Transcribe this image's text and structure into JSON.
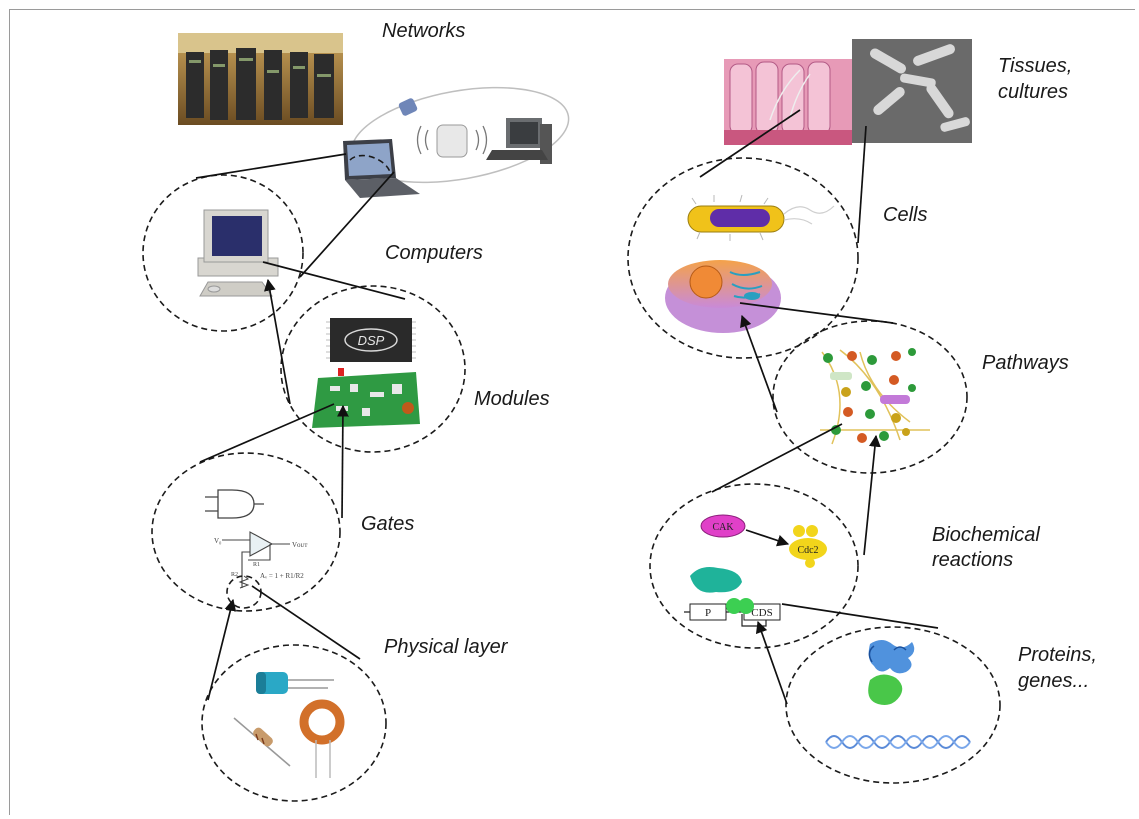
{
  "colors": {
    "outline": "#1b1b1b",
    "frame": "#9a9a9a",
    "pcb_green": "#2f9a43",
    "protein_blue": "#3d86d9",
    "protein_green": "#3fc43f",
    "dna": "#5b8bd8",
    "cak_pink": "#e040c8",
    "cdc2_yellow": "#f2d51b",
    "tissue_pink": "#e79ab7",
    "cell_purple": "#c590d8"
  },
  "left_hierarchy": {
    "networks": {
      "label": "Networks",
      "icons": [
        "server-racks-photo",
        "laptop-icon",
        "pda-icon",
        "wifi-router-icon",
        "desktop-pc-icon"
      ]
    },
    "computers": {
      "label": "Computers",
      "icon": "computer-icon"
    },
    "modules": {
      "label": "Modules",
      "chip_text": "DSP",
      "icons": [
        "dsp-chip-icon",
        "circuit-board-icon"
      ]
    },
    "gates": {
      "label": "Gates",
      "v_in": "V₀",
      "v_out": "Vᴏᴜᴛ",
      "r1": "R1",
      "r2": "R2",
      "gain_formula": "Aᵥ = 1 + R1/R2",
      "icons": [
        "and-gate-icon",
        "op-amp-icon"
      ]
    },
    "physical": {
      "label": "Physical layer",
      "icons": [
        "capacitor-icon",
        "resistor-icon",
        "inductor-icon"
      ]
    }
  },
  "right_hierarchy": {
    "tissues": {
      "label": "Tissues,",
      "label2": "cultures",
      "icons": [
        "tissue-section-image",
        "bacteria-culture-image"
      ]
    },
    "cells": {
      "label": "Cells",
      "icons": [
        "bacterium-icon",
        "eukaryotic-cell-icon"
      ]
    },
    "pathways": {
      "label": "Pathways",
      "icon": "pathway-network-icon"
    },
    "biochemical": {
      "label": "Biochemical",
      "label2": "reactions",
      "cak": "CAK",
      "cdc2": "Cdc2",
      "promoter": "P",
      "cds": "CDS",
      "icons": [
        "cak-node",
        "cdc2-complex",
        "gene-promoter-icon"
      ]
    },
    "proteins": {
      "label": "Proteins,",
      "label2": "genes...",
      "icons": [
        "protein-structure-icon",
        "dna-helix-icon"
      ]
    }
  }
}
